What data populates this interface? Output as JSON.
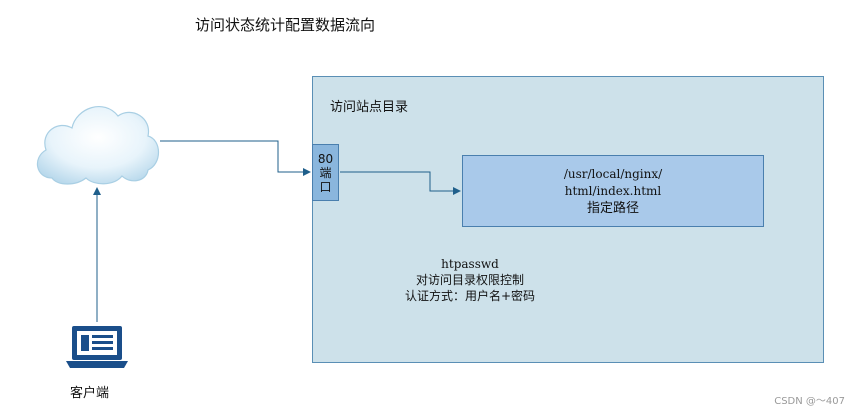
{
  "title": "访问状态统计配置数据流向",
  "site_label": "访问站点目录",
  "port": {
    "line1": "80",
    "line2": "端",
    "line3": "口"
  },
  "path_box": {
    "line1": "/usr/local/nginx/",
    "line2": "html/index.html",
    "line3": "指定路径"
  },
  "note": {
    "line1": "htpasswd",
    "line2": "对访问目录权限控制",
    "line3": "认证方式：用户名+密码"
  },
  "client_label": "客户端",
  "watermark": "CSDN @～407",
  "colors": {
    "site_fill": "#cde1ea",
    "port_fill": "#8ab6dd",
    "path_fill": "#a9c9ea",
    "arrow": "#1f5f8b",
    "laptop": "#1a4e8a"
  },
  "icons": [
    "cloud-icon",
    "laptop-icon"
  ]
}
